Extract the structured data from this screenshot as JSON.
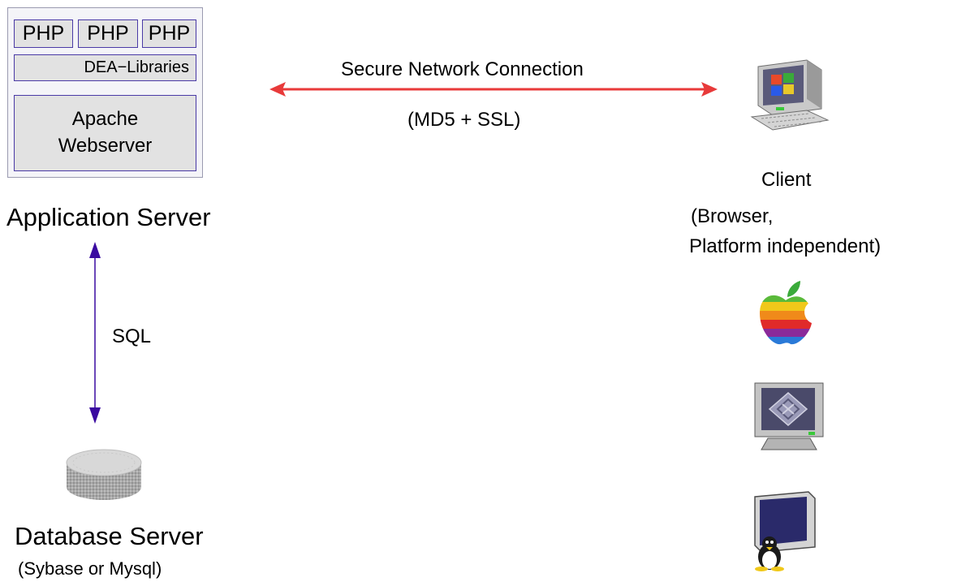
{
  "app_server": {
    "php_modules": [
      "PHP",
      "PHP",
      "PHP"
    ],
    "libraries": "DEA−Libraries",
    "webserver": [
      "Apache",
      "Webserver"
    ],
    "title": "Application Server"
  },
  "connection": {
    "label": "Secure Network Connection",
    "protocol": "(MD5 + SSL)",
    "color": "#e83a3a"
  },
  "sql_link": {
    "label": "SQL",
    "color": "#3a0aa0"
  },
  "database": {
    "title": "Database Server",
    "subtitle": "(Sybase or Mysql)",
    "icon": "database-icon"
  },
  "client": {
    "title": "Client",
    "subtitle": [
      "(Browser,",
      "Platform independent)"
    ],
    "icons": [
      "windows-pc-icon",
      "apple-icon",
      "sun-workstation-icon",
      "linux-monitor-icon"
    ]
  }
}
